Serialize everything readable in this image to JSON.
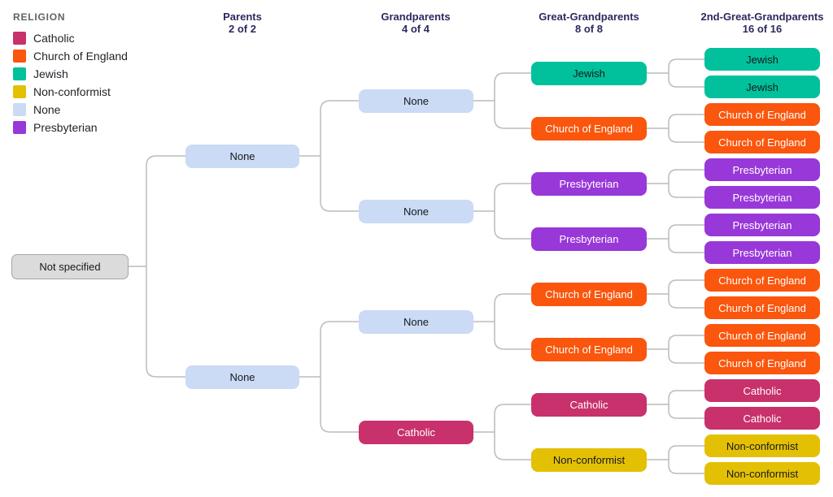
{
  "legend": {
    "title": "RELIGION",
    "items": [
      {
        "label": "Catholic",
        "religion": "catholic"
      },
      {
        "label": "Church of England",
        "religion": "church_of_england"
      },
      {
        "label": "Jewish",
        "religion": "jewish"
      },
      {
        "label": "Non-conformist",
        "religion": "non_conformist"
      },
      {
        "label": "None",
        "religion": "none"
      },
      {
        "label": "Presbyterian",
        "religion": "presbyterian"
      }
    ]
  },
  "colors": {
    "catholic": {
      "bg": "#C8316C",
      "text": "#FFFFFF"
    },
    "church_of_england": {
      "bg": "#FA560D",
      "text": "#FFFFFF"
    },
    "jewish": {
      "bg": "#00C19C",
      "text": "#16191D"
    },
    "non_conformist": {
      "bg": "#E4C005",
      "text": "#16191D"
    },
    "none": {
      "bg": "#CBDAF5",
      "text": "#16191D"
    },
    "presbyterian": {
      "bg": "#9838D8",
      "text": "#FFFFFF"
    },
    "not_specified": {
      "bg": "#DBDBDB",
      "text": "#16191D",
      "border": "#A6A6A6"
    },
    "header_text": "#2D295E",
    "legend_title": "#5F6367",
    "connector": "#BCBCBC"
  },
  "columns": [
    {
      "title": "Parents",
      "subtitle": "2 of 2"
    },
    {
      "title": "Grandparents",
      "subtitle": "4 of 4"
    },
    {
      "title": "Great-Grandparents",
      "subtitle": "8 of 8"
    },
    {
      "title": "2nd-Great-Grandparents",
      "subtitle": "16 of 16"
    }
  ],
  "tree": {
    "levels": [
      {
        "name": "root",
        "nodes": [
          {
            "label": "Not specified",
            "religion": "not_specified"
          }
        ]
      },
      {
        "name": "parents",
        "nodes": [
          {
            "label": "None",
            "religion": "none"
          },
          {
            "label": "None",
            "religion": "none"
          }
        ]
      },
      {
        "name": "grandparents",
        "nodes": [
          {
            "label": "None",
            "religion": "none"
          },
          {
            "label": "None",
            "religion": "none"
          },
          {
            "label": "None",
            "religion": "none"
          },
          {
            "label": "Catholic",
            "religion": "catholic"
          }
        ]
      },
      {
        "name": "great_grandparents",
        "nodes": [
          {
            "label": "Jewish",
            "religion": "jewish"
          },
          {
            "label": "Church of England",
            "religion": "church_of_england"
          },
          {
            "label": "Presbyterian",
            "religion": "presbyterian"
          },
          {
            "label": "Presbyterian",
            "religion": "presbyterian"
          },
          {
            "label": "Church of England",
            "religion": "church_of_england"
          },
          {
            "label": "Church of England",
            "religion": "church_of_england"
          },
          {
            "label": "Catholic",
            "religion": "catholic"
          },
          {
            "label": "Non-conformist",
            "religion": "non_conformist"
          }
        ]
      },
      {
        "name": "second_great_grandparents",
        "nodes": [
          {
            "label": "Jewish",
            "religion": "jewish"
          },
          {
            "label": "Jewish",
            "religion": "jewish"
          },
          {
            "label": "Church of England",
            "religion": "church_of_england"
          },
          {
            "label": "Church of England",
            "religion": "church_of_england"
          },
          {
            "label": "Presbyterian",
            "religion": "presbyterian"
          },
          {
            "label": "Presbyterian",
            "religion": "presbyterian"
          },
          {
            "label": "Presbyterian",
            "religion": "presbyterian"
          },
          {
            "label": "Presbyterian",
            "religion": "presbyterian"
          },
          {
            "label": "Church of England",
            "religion": "church_of_england"
          },
          {
            "label": "Church of England",
            "religion": "church_of_england"
          },
          {
            "label": "Church of England",
            "religion": "church_of_england"
          },
          {
            "label": "Church of England",
            "religion": "church_of_england"
          },
          {
            "label": "Catholic",
            "religion": "catholic"
          },
          {
            "label": "Catholic",
            "religion": "catholic"
          },
          {
            "label": "Non-conformist",
            "religion": "non_conformist"
          },
          {
            "label": "Non-conformist",
            "religion": "non_conformist"
          }
        ]
      }
    ]
  }
}
